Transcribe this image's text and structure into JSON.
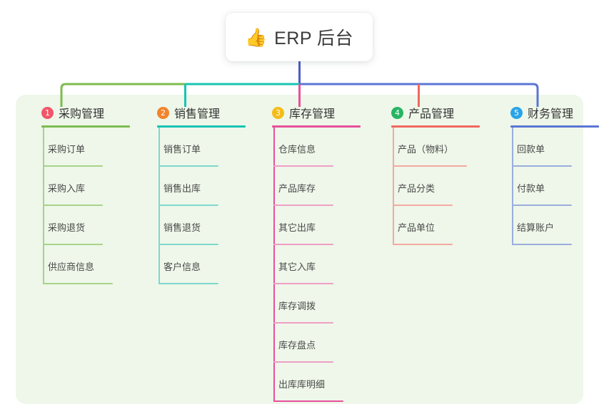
{
  "root": {
    "icon": "thumbs-up-icon",
    "emoji": "👍",
    "title": "ERP 后台"
  },
  "colors": {
    "panel_bg": "#eef7e9",
    "page_bg": "#ffffff",
    "stem": "#4c5cc5",
    "branch_1": "#7cbd4e",
    "branch_2": "#17c4b2",
    "branch_3": "#e8509a",
    "branch_4": "#f2675f",
    "branch_5": "#5b76d4",
    "badge_1": "#f2566a",
    "badge_2": "#f2842c",
    "badge_3": "#f5bc18",
    "badge_4": "#28b463",
    "badge_5": "#29a4e8",
    "leaf_rule_1": "#a8d38a",
    "leaf_rule_2": "#7fd8cf",
    "leaf_rule_3": "#f09ec6",
    "leaf_rule_4": "#f5a8a2",
    "leaf_rule_5": "#9badde"
  },
  "branches": [
    {
      "number": "1",
      "label": "采购管理",
      "items": [
        "采购订单",
        "采购入库",
        "采购退货",
        "供应商信息"
      ]
    },
    {
      "number": "2",
      "label": "销售管理",
      "items": [
        "销售订单",
        "销售出库",
        "销售退货",
        "客户信息"
      ]
    },
    {
      "number": "3",
      "label": "库存管理",
      "items": [
        "仓库信息",
        "产品库存",
        "其它出库",
        "其它入库",
        "库存调拨",
        "库存盘点",
        "出库库明细"
      ]
    },
    {
      "number": "4",
      "label": "产品管理",
      "items": [
        "产品（物料）",
        "产品分类",
        "产品单位"
      ]
    },
    {
      "number": "5",
      "label": "财务管理",
      "items": [
        "回款单",
        "付款单",
        "结算账户"
      ]
    }
  ]
}
